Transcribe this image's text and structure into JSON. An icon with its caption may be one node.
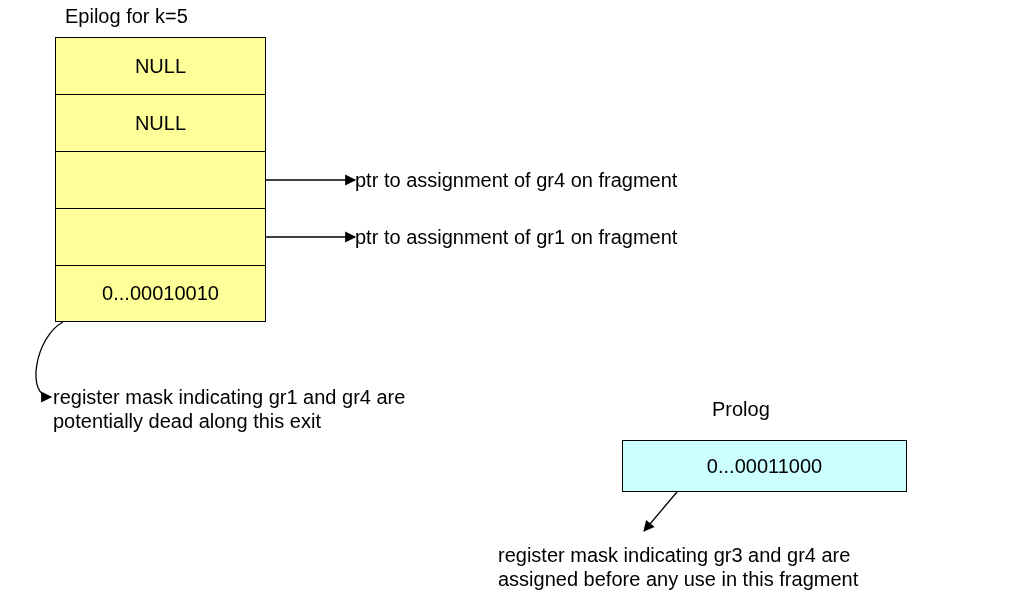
{
  "diagram": {
    "nodes": [
      {
        "text": [
          "Epilog for k=5"
        ]
      },
      {
        "text": [
          "NULL"
        ],
        "in": 0
      },
      {
        "text": [
          "NULL"
        ],
        "in": 0
      },
      {
        "text": [],
        "shape": "box",
        "in": 0
      },
      {
        "text": [],
        "shape": "box",
        "in": 0
      },
      {
        "text": [
          "0...00010010"
        ],
        "in": 0
      },
      {
        "text": [
          "ptr to assignment of gr4 on fragment"
        ]
      },
      {
        "text": [
          "ptr to assignment of gr1 on fragment"
        ]
      },
      {
        "text": [
          "register mask indicating gr1 and gr4 are potentially dead along this exit"
        ]
      },
      {
        "text": [
          "Prolog",
          "0...00011000"
        ]
      },
      {
        "text": [
          "register mask indicating gr3 and gr4 are assigned before any use in this fragment"
        ]
      }
    ],
    "edges": [
      {
        "from": 3,
        "to": 6,
        "arrow": "to"
      },
      {
        "from": 4,
        "to": 7,
        "arrow": "to"
      },
      {
        "from": 5,
        "to": 8,
        "arrow": "to"
      },
      {
        "from": 9,
        "to": 10,
        "arrow": "to"
      }
    ]
  }
}
